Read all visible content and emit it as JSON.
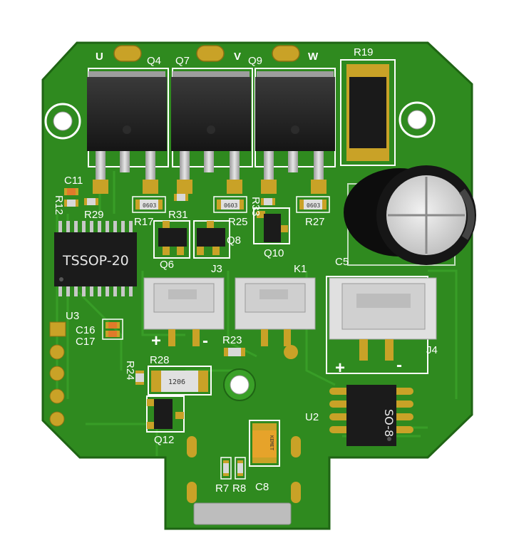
{
  "board": {
    "colors": {
      "pcb": "#2f8a1f",
      "pcb_edge": "#1f6414",
      "trace": "#3aa028",
      "pad": "#c9a227",
      "silk": "#ffffff",
      "ic_body": "#1b1b1b",
      "connector": "#dcdcdc",
      "capacitor": "#101010"
    },
    "phase_labels": {
      "u": "U",
      "v": "V",
      "w": "W"
    },
    "designators": {
      "q4": "Q4",
      "q7": "Q7",
      "q9": "Q9",
      "r19": "R19",
      "c11": "C11",
      "r12": "R12",
      "r29": "R29",
      "r17": "R17",
      "r31": "R31",
      "r25": "R25",
      "r33": "R33",
      "r27": "R27",
      "q6": "Q6",
      "q8": "Q8",
      "q10": "Q10",
      "c5": "C5",
      "u3": "U3",
      "j3": "J3",
      "k1": "K1",
      "c16": "C16",
      "c17": "C17",
      "r23": "R23",
      "j4": "J4",
      "r28": "R28",
      "r24": "R24",
      "q12": "Q12",
      "u2": "U2",
      "r7": "R7",
      "r8": "R8",
      "c8": "C8"
    },
    "ic_text": {
      "tssop": "TSSOP-20",
      "so8": "SO-8"
    },
    "part_markings": {
      "r_0603": "0603",
      "r_1206": "1206",
      "tantalum": "KEMET"
    },
    "polarity": {
      "plus": "+",
      "minus": "-"
    }
  }
}
